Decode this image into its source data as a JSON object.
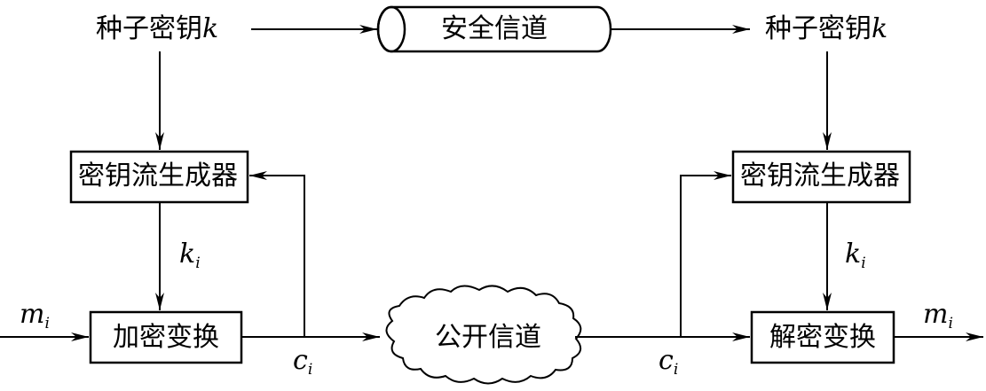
{
  "seed_key_left": {
    "text": "种子密钥",
    "var": "k"
  },
  "seed_key_right": {
    "text": "种子密钥",
    "var": "k"
  },
  "secure_channel": "安全信道",
  "keystream_gen_left": "密钥流生成器",
  "keystream_gen_right": "密钥流生成器",
  "encrypt": "加密变换",
  "decrypt": "解密变换",
  "public_channel": "公开信道",
  "k_i_left": {
    "main": "k",
    "sub": "i"
  },
  "k_i_right": {
    "main": "k",
    "sub": "i"
  },
  "m_i_in": {
    "main": "m",
    "sub": "i"
  },
  "m_i_out": {
    "main": "m",
    "sub": "i"
  },
  "c_i_left": {
    "main": "c",
    "sub": "i"
  },
  "c_i_right": {
    "main": "c",
    "sub": "i"
  }
}
